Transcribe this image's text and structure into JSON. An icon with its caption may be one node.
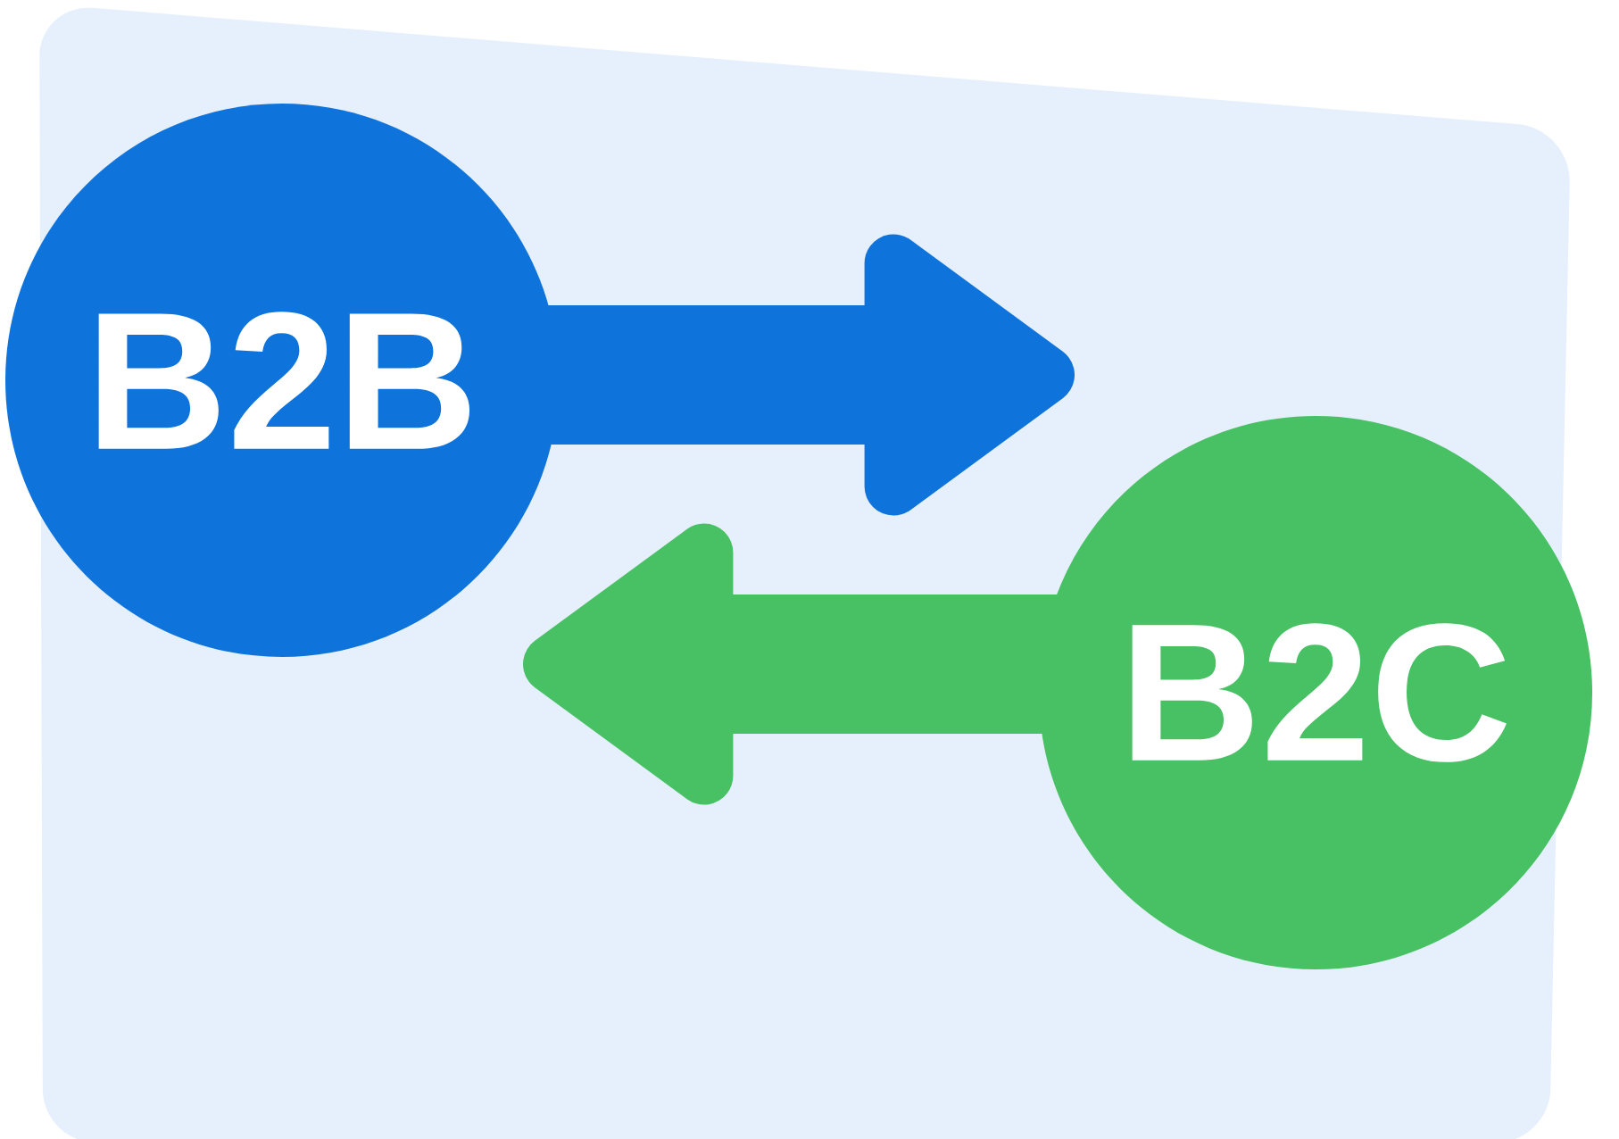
{
  "diagram": {
    "nodes": [
      {
        "text": [
          "B2B"
        ]
      },
      {
        "text": [
          "B2C"
        ]
      }
    ],
    "edges": [
      {
        "from": 0,
        "to": null,
        "arrow": "to",
        "color": "#0f73dc"
      },
      {
        "from": 1,
        "to": null,
        "arrow": "to",
        "color": "#48c064"
      }
    ]
  }
}
